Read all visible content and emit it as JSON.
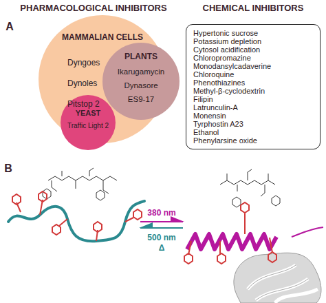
{
  "diagram": {
    "nodes": [
      {
        "text": [
          "MAMMALIAN CELLS",
          "Dyngoes",
          "Dynoles",
          "Pitstop 2"
        ]
      },
      {
        "text": [
          "PLANTS",
          "Ikarugamycin",
          "Dynasore",
          "ES9-17"
        ],
        "in": 0
      },
      {
        "text": [
          "YEAST",
          "Traffic Light 2"
        ],
        "in": 0
      },
      {
        "text": [
          "CHEMICAL INHIBITORS",
          "Hypertonic sucrose",
          "Potassium depletion",
          "Cytosol acidification",
          "Chloropromazine",
          "Monodansylcadaverine",
          "Chloroquine",
          "Phenothiazines",
          "Methyl-β-cyclodextrin",
          "Filipin",
          "Latrunculin-A",
          "Monensin",
          "Tyrphostin A23",
          "Ethanol",
          "Phenylarsine oxide"
        ]
      }
    ],
    "labels": [
      "A",
      "PHARMACOLOGICAL INHIBITORS",
      "B",
      "380 nm",
      "500 nm",
      "Δ"
    ]
  }
}
